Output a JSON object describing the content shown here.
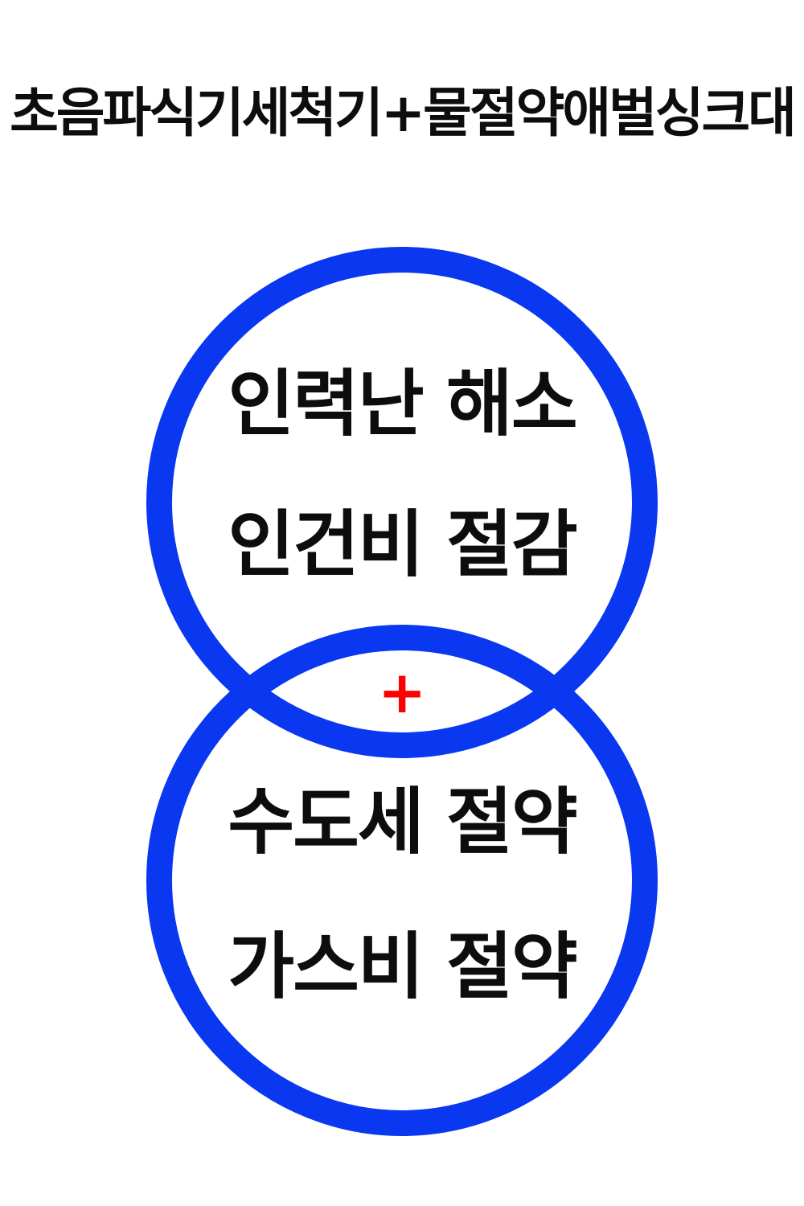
{
  "title": "초음파식기세척기+물절약애벌싱크대",
  "colors": {
    "circle_stroke": "#0a37f0",
    "plus_color": "#ff0000",
    "text_color": "#0d0d0d"
  },
  "top_circle": {
    "lines": [
      "인력난 해소",
      "인건비 절감"
    ]
  },
  "bottom_circle": {
    "lines": [
      "수도세 절약",
      "가스비 절약"
    ]
  },
  "connector": {
    "symbol": "+"
  }
}
